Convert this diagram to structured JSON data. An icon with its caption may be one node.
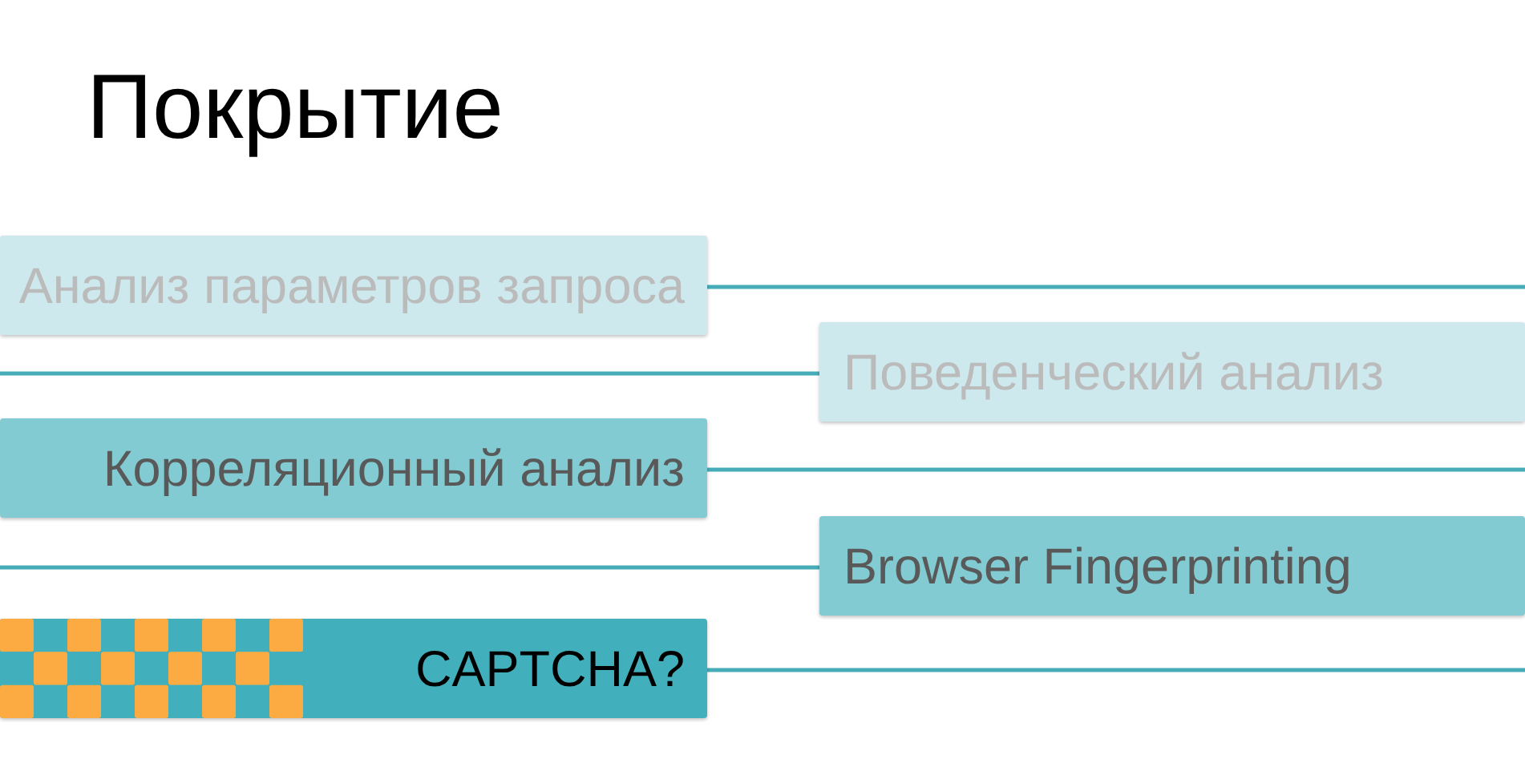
{
  "diagram": {
    "title": "Покрытие",
    "nodes": [
      {
        "text": [
          "Анализ параметров запроса"
        ]
      },
      {
        "text": [
          "Поведенческий анализ"
        ]
      },
      {
        "text": [
          "Корреляционный анализ"
        ]
      },
      {
        "text": [
          "Browser Fingerprinting"
        ]
      },
      {
        "text": [
          "CAPTCHA?"
        ]
      }
    ],
    "edges": [
      {
        "from": 0,
        "to": null,
        "arrow": "none"
      },
      {
        "from": 1,
        "to": null,
        "arrow": "none"
      },
      {
        "from": 2,
        "to": null,
        "arrow": "none"
      },
      {
        "from": 3,
        "to": null,
        "arrow": "none"
      },
      {
        "from": 4,
        "to": null,
        "arrow": "none"
      }
    ]
  }
}
